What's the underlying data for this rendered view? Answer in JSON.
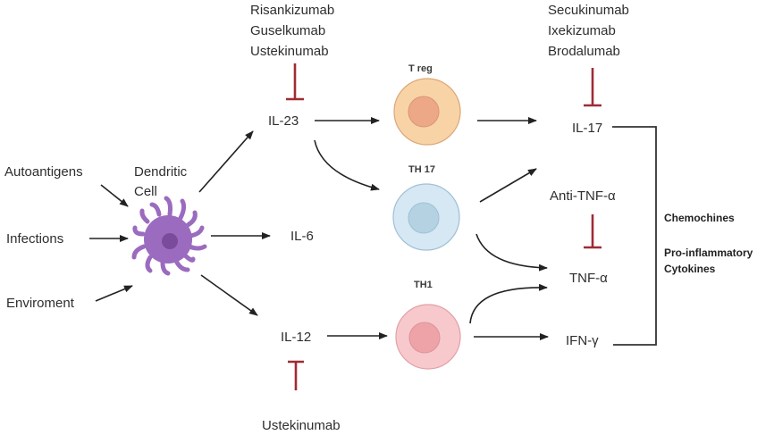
{
  "inputs": [
    "Autoantigens",
    "Infections",
    "Enviroment"
  ],
  "dendritic_cell": {
    "label_line1": "Dendritic",
    "label_line2": "Cell",
    "color": "#9b6bbf",
    "nucleus_color": "#7a4a9c"
  },
  "cytokines_upstream": {
    "il23": "IL-23",
    "il6": "IL-6",
    "il12": "IL-12"
  },
  "inhibitors": {
    "il23_drugs": [
      "Risankizumab",
      "Guselkumab",
      "Ustekinumab"
    ],
    "il17_drugs": [
      "Secukinumab",
      "Ixekizumab",
      "Brodalumab"
    ],
    "tnf_drug": "Anti-TNF-α",
    "il12_drug": "Ustekinumab",
    "inhibit_color": "#a02b35"
  },
  "cells": {
    "treg": {
      "label": "T reg",
      "outer": "#f8d3a6",
      "inner": "#eda987",
      "stroke": "#dca77a"
    },
    "th17": {
      "label": "TH 17",
      "outer": "#d6e8f3",
      "inner": "#b5d2e3",
      "stroke": "#9fc0d6"
    },
    "th1": {
      "label": "TH1",
      "outer": "#f7c9cc",
      "inner": "#eda3a8",
      "stroke": "#e0a2a7"
    }
  },
  "effectors": {
    "il17": "IL-17",
    "tnf": "TNF-α",
    "ifn": "IFN-γ"
  },
  "outcome": {
    "line1": "Chemochines",
    "line2": "Pro-inflammatory",
    "line3": "Cytokines"
  }
}
